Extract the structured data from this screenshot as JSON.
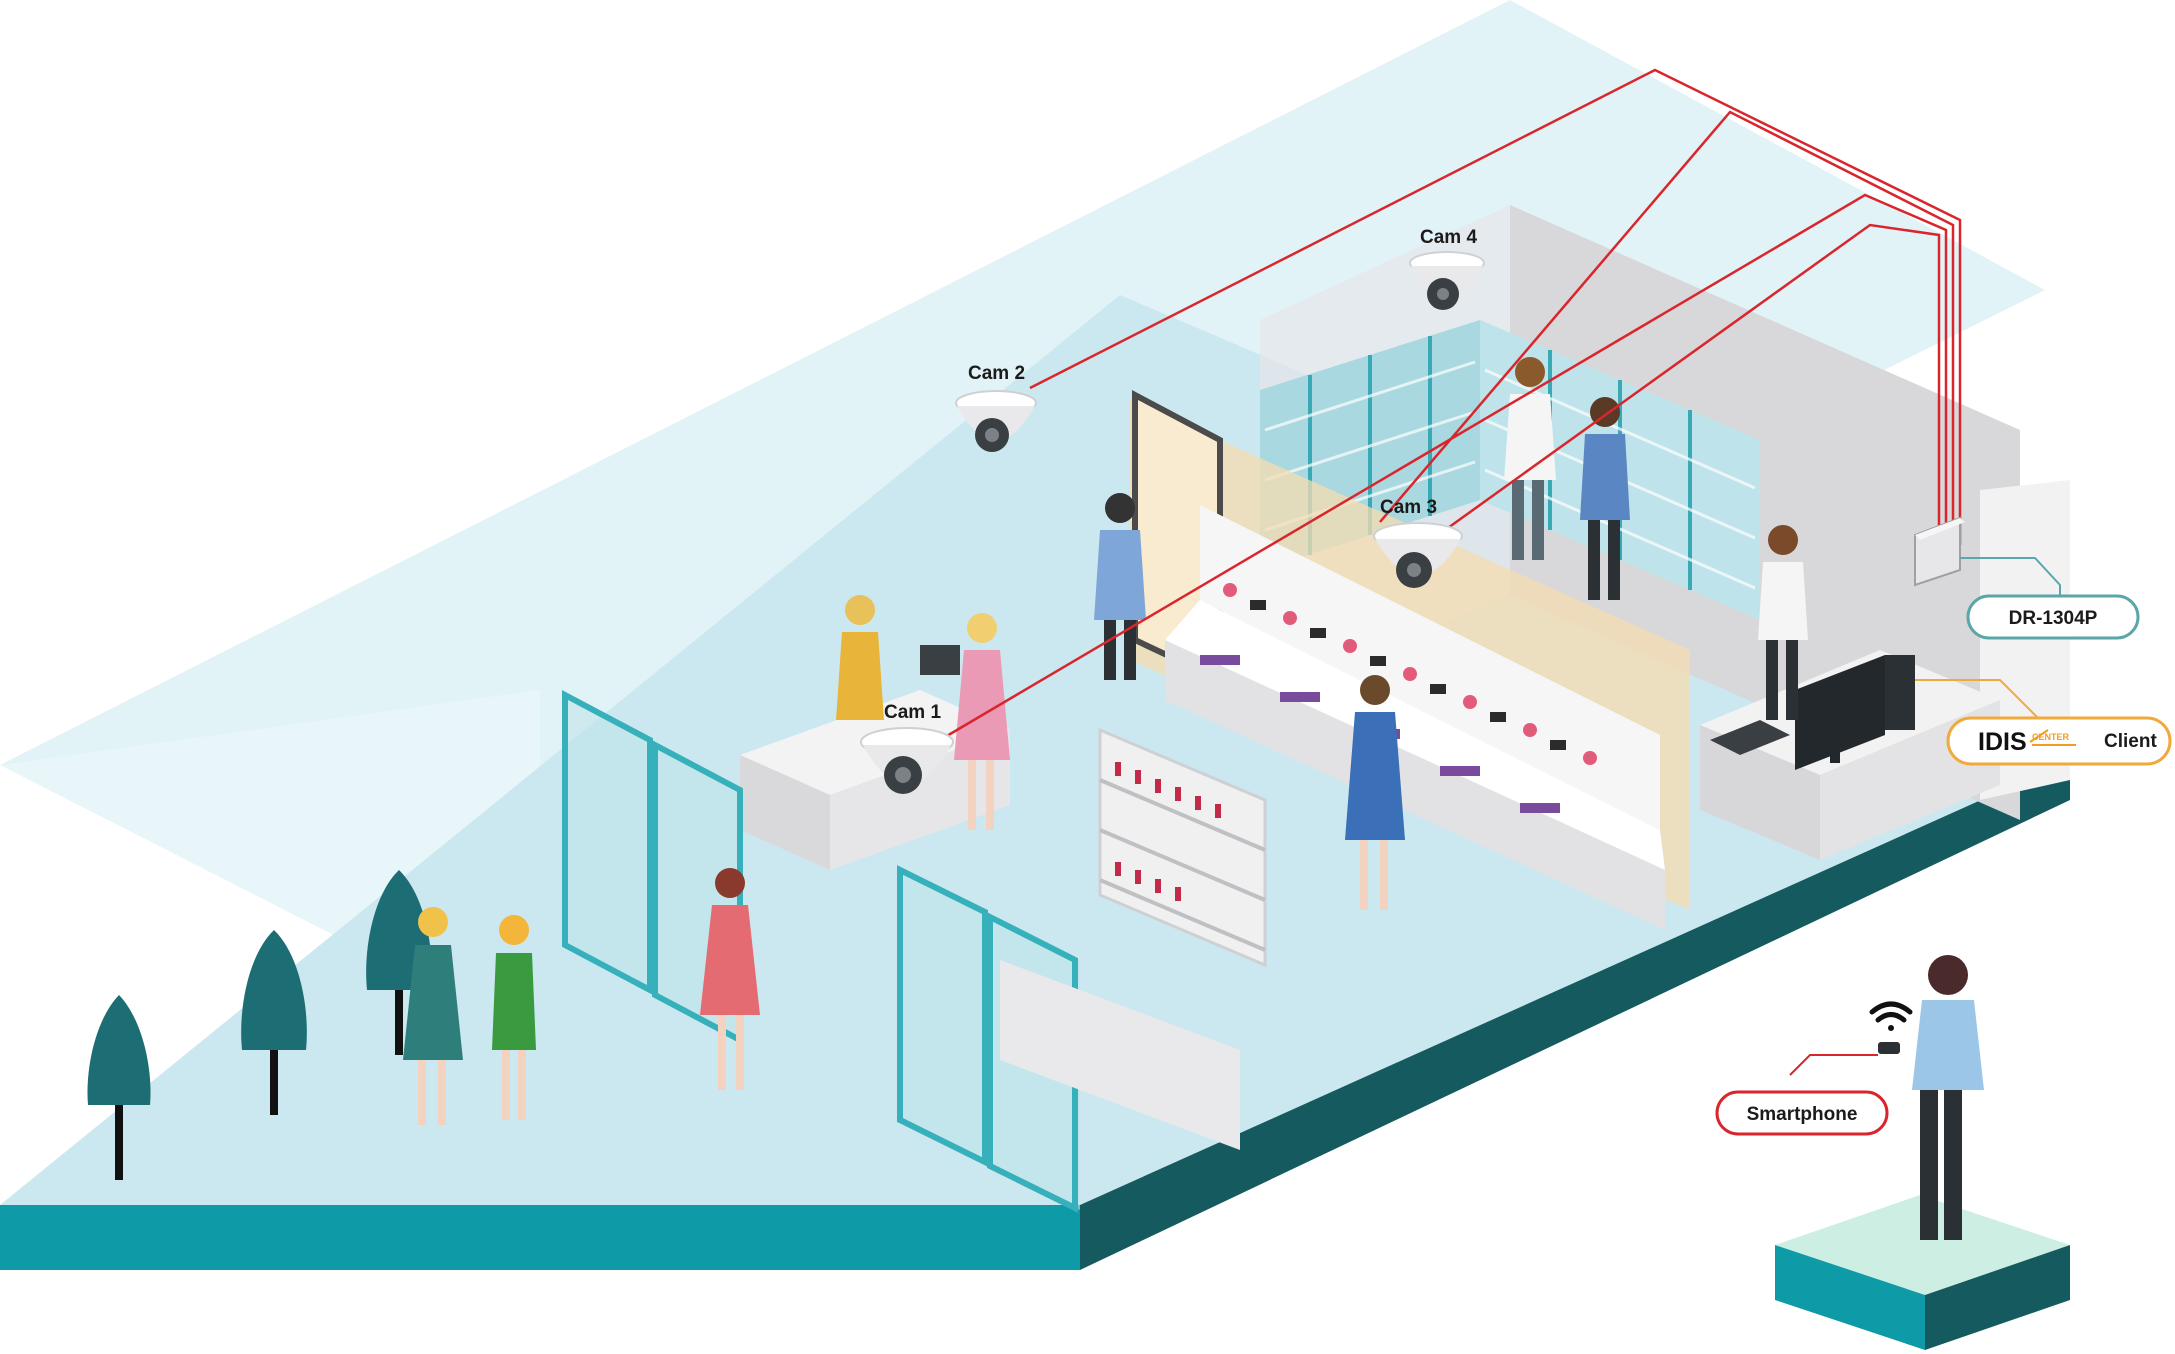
{
  "cameras": [
    {
      "label": "Cam 1"
    },
    {
      "label": "Cam 2"
    },
    {
      "label": "Cam 3"
    },
    {
      "label": "Cam 4"
    }
  ],
  "recorder": {
    "label": "DR-1304P"
  },
  "client": {
    "logo": "IDIS",
    "logo_sub": "CENTER",
    "label": "Client"
  },
  "mobile": {
    "label": "Smartphone"
  },
  "colors": {
    "cable": "#d9262c",
    "floor": "#c9e9f1",
    "floor_edge": "#0f9aa6",
    "floor_edge_dark": "#14585c",
    "wall_glass": "#d6eef3",
    "client_pill": "#f2a93b",
    "recorder_pill": "#5aa6a8",
    "mobile_pill": "#d9262c",
    "tree": "#1d6e74"
  },
  "icons": {
    "camera": "dome-camera-icon",
    "recorder": "nvr-box-icon",
    "monitor": "monitor-icon",
    "wifi": "wifi-icon"
  }
}
